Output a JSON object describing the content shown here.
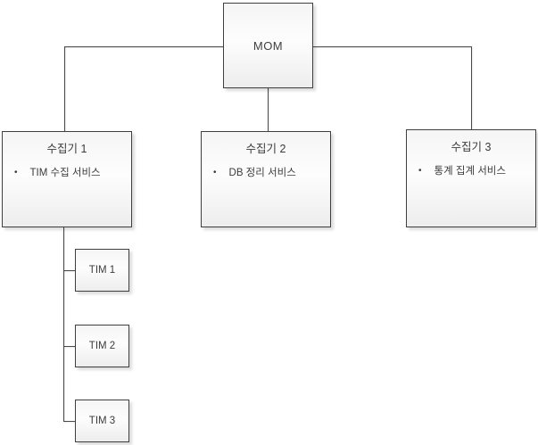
{
  "diagram": {
    "root": {
      "label": "MOM"
    },
    "bullet_glyph": "•",
    "collectors": [
      {
        "title": "수집기 1",
        "bullet": "TIM 수집 서비스"
      },
      {
        "title": "수집기 2",
        "bullet": "DB 정리 서비스"
      },
      {
        "title": "수집기 3",
        "bullet": "통계 집계 서비스"
      }
    ],
    "tims": [
      {
        "label": "TIM 1"
      },
      {
        "label": "TIM 2"
      },
      {
        "label": "TIM 3"
      }
    ],
    "colors": {
      "box_border": "#3f3f3f",
      "box_fill_top": "#f5f5f5",
      "box_fill_bottom": "#ededed",
      "line": "#4a4a4a",
      "text": "#3b3b3b"
    }
  }
}
